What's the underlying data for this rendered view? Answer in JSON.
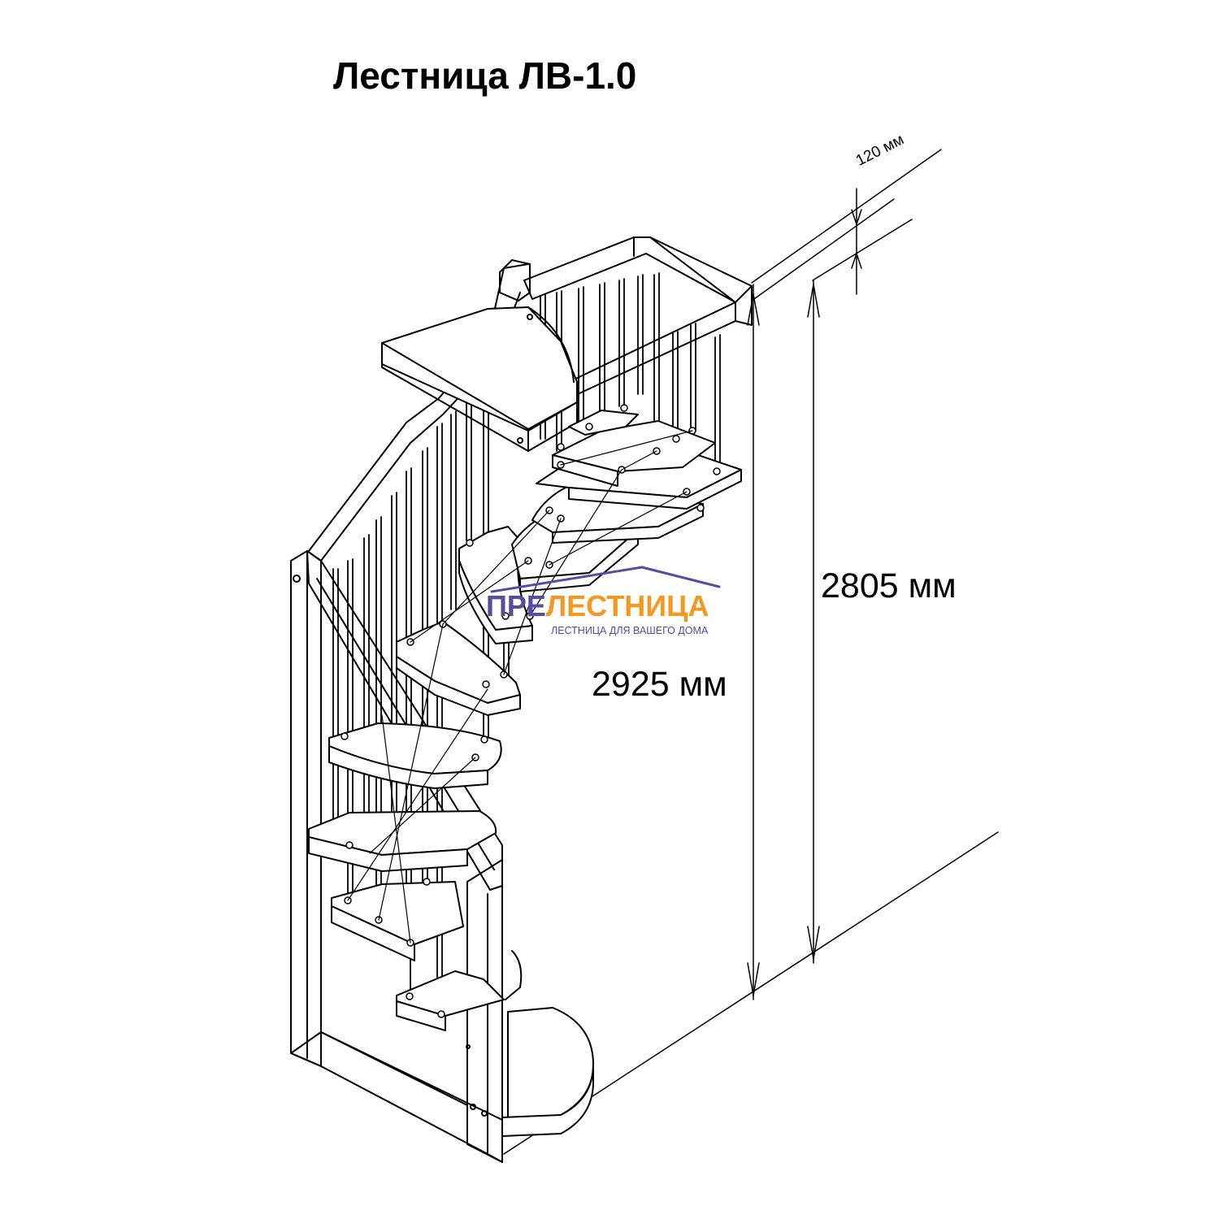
{
  "title": "Лестница ЛВ-1.0",
  "dimensions": {
    "total_height": "2925 мм",
    "floor_height": "2805 мм",
    "slab_thickness": "120 мм"
  },
  "logo": {
    "name_part1": "ПРЕ",
    "name_part2": "ЛЕСТНИЦА",
    "tagline": "ЛЕСТНИЦА ДЛЯ ВАШЕГО ДОМА",
    "colors": {
      "primary": "#5b4a9e",
      "accent": "#f39a1e"
    }
  }
}
